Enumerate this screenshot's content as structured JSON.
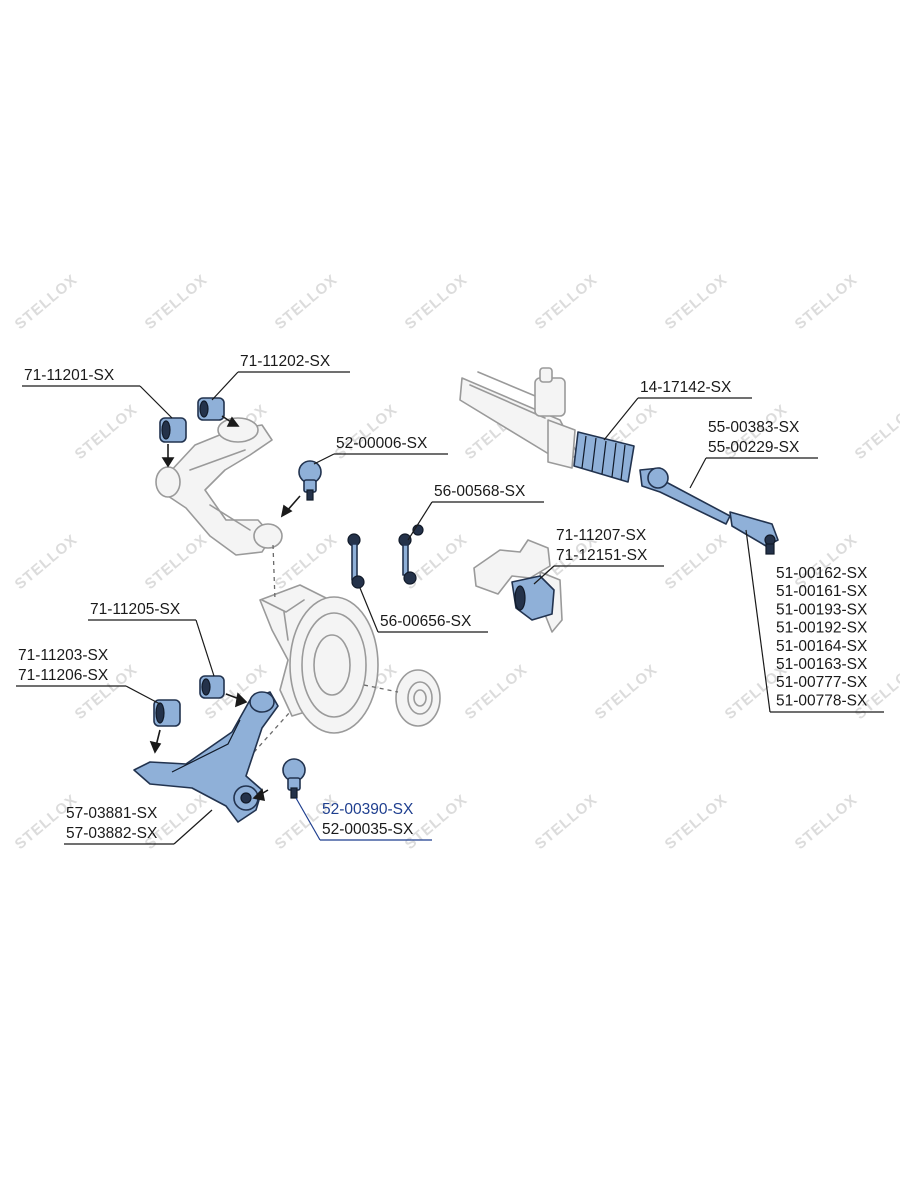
{
  "watermark": {
    "text": "STELLOX"
  },
  "colors": {
    "part_fill": "#8fb0d8",
    "part_stroke": "#22334f",
    "highlight_text": "#1f3f8f",
    "outline": "#9a9a9a"
  },
  "labels": {
    "upper_arm_bush_front": "71-11201-SX",
    "upper_arm_bush_rear": "71-11202-SX",
    "upper_ball_joint": "52-00006-SX",
    "steering_rack_boot": "14-17142-SX",
    "inner_tie_rod_1": "55-00383-SX",
    "inner_tie_rod_2": "55-00229-SX",
    "stabilizer_link_front": "56-00568-SX",
    "stabilizer_bush_1": "71-11207-SX",
    "stabilizer_bush_2": "71-12151-SX",
    "tie_rod_ends": [
      "51-00162-SX",
      "51-00161-SX",
      "51-00193-SX",
      "51-00192-SX",
      "51-00164-SX",
      "51-00163-SX",
      "51-00777-SX",
      "51-00778-SX"
    ],
    "stabilizer_link_rear": "56-00656-SX",
    "lower_arm_bush_rear": "71-11205-SX",
    "lower_arm_bush_front_1": "71-11203-SX",
    "lower_arm_bush_front_2": "71-11206-SX",
    "lower_ball_joint_1": "52-00390-SX",
    "lower_ball_joint_2": "52-00035-SX",
    "lower_arm_1": "57-03881-SX",
    "lower_arm_2": "57-03882-SX"
  }
}
